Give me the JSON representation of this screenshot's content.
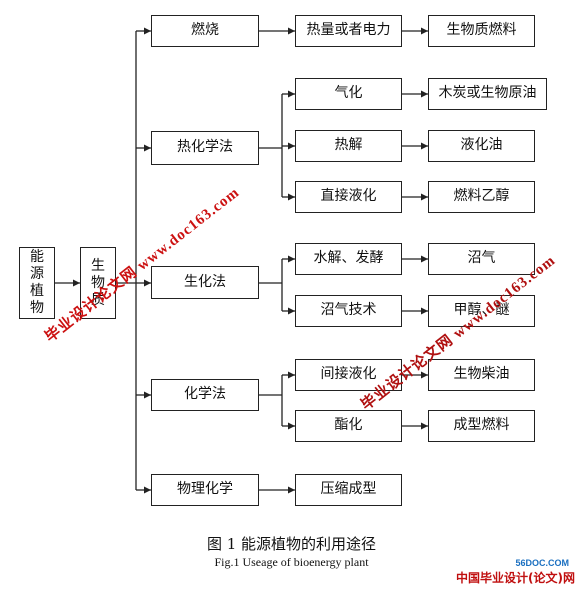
{
  "nodes": {
    "root": [
      "能",
      "源",
      "植",
      "物"
    ],
    "biomass": [
      "生",
      "物",
      "质"
    ],
    "burn": "燃烧",
    "heat_power": "热量或者电力",
    "biofuel": "生物质燃料",
    "thermochem": "热化学法",
    "gasify": "气化",
    "charcoal_oil": "木炭或生物原油",
    "pyrolysis": "热解",
    "liquid_oil": "液化油",
    "direct_liquefy": "直接液化",
    "ethanol": "燃料乙醇",
    "biochem": "生化法",
    "hydrolysis": "水解、发酵",
    "biogas": "沼气",
    "biogas_tech": "沼气技术",
    "methanol_ether": "甲醇、醚",
    "chemical": "化学法",
    "indirect_liquefy": "间接液化",
    "biodiesel": "生物柴油",
    "esterify": "酯化",
    "molded_fuel": "成型燃料",
    "physchem": "物理化学",
    "compress_mold": "压缩成型"
  },
  "caption": {
    "cn": "图 1    能源植物的利用途径",
    "en": "Fig.1     Useage of bioenergy plant"
  },
  "watermarks": {
    "text": "毕业设计论文网 www.doc163.com"
  },
  "logo": {
    "text": "中国毕业设计(论文)网",
    "top": "56DOC.COM"
  },
  "colors": {
    "watermark": "#cc1111",
    "border": "#222222"
  }
}
